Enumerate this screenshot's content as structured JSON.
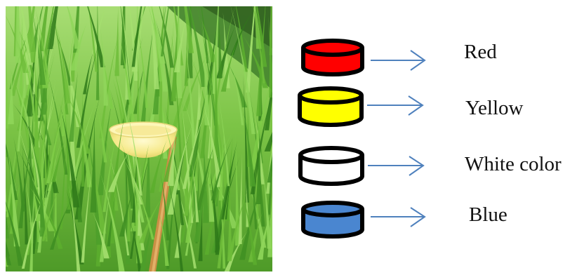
{
  "photo": {
    "subject": "yellow bowl trap on a wooden stick in a green grass field",
    "colors": {
      "grass_light": "#8fd65a",
      "grass_mid": "#5cae2e",
      "grass_dark": "#2f7a1a",
      "bowl": "#f6e98a",
      "stick": "#d6a25a"
    }
  },
  "legend": {
    "arrow_color": "#4f81bd",
    "outline_color": "#000000",
    "items": [
      {
        "label": "Red",
        "fill": "#ff0000",
        "icon": "red-cup-icon"
      },
      {
        "label": "Yellow",
        "fill": "#ffff00",
        "icon": "yellow-cup-icon"
      },
      {
        "label": "White color",
        "fill": "#ffffff",
        "icon": "white-cup-icon"
      },
      {
        "label": "Blue",
        "fill": "#4a86d0",
        "icon": "blue-cup-icon"
      }
    ]
  }
}
